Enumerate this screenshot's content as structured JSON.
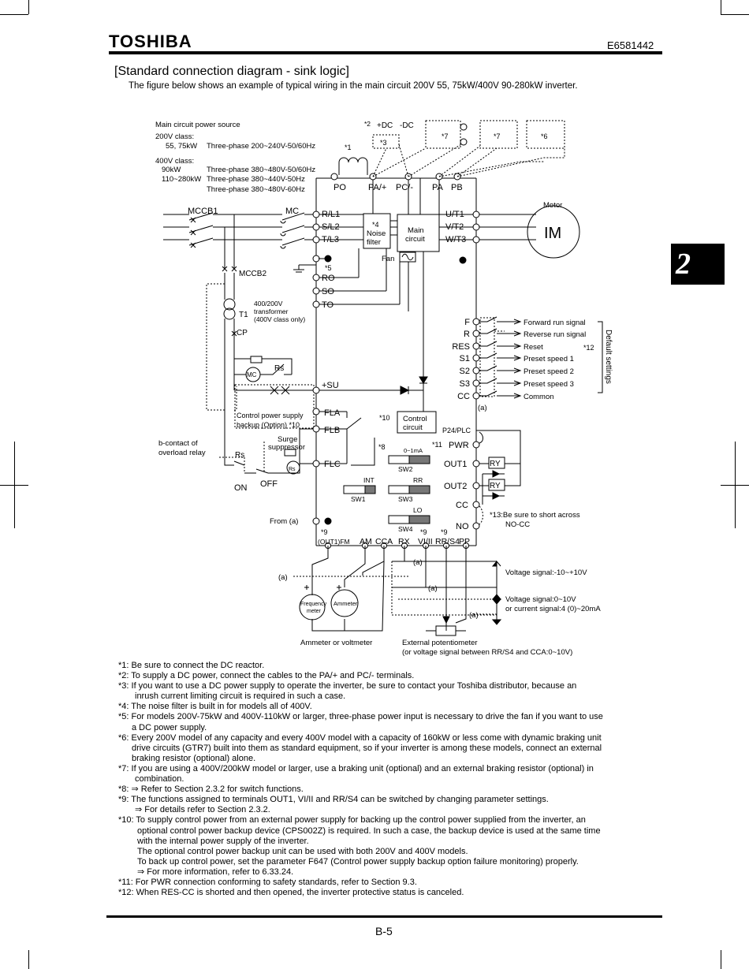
{
  "header": {
    "brand": "TOSHIBA",
    "doc_number": "E6581442"
  },
  "chapter_tab": "2",
  "section": {
    "title": "[Standard connection diagram - sink logic]",
    "intro": "The figure below shows an example of typical wiring in the main circuit 200V 55, 75kW/400V 90-280kW inverter."
  },
  "diagram": {
    "power_source": {
      "title": "Main circuit power source",
      "c200": "200V class:",
      "c200_models": "55, 75kW",
      "c200_spec": "Three-phase 200~240V-50/60Hz",
      "c400": "400V class:",
      "m90": "90kW",
      "m90_spec": "Three-phase 380~480V-50/60Hz",
      "m110": "110~280kW",
      "m110_spec_a": "Three-phase 380~440V-50Hz",
      "m110_spec_b": "Three-phase 380~480V-60Hz"
    },
    "terminals_top": {
      "po": "PO",
      "pa": "PA/+",
      "pc": "PC/-",
      "pa2": "PA",
      "pb": "PB"
    },
    "dc": {
      "note2": "*2",
      "pdc": "+DC",
      "mdc": "-DC",
      "note3": "*3",
      "note7a": "*7",
      "note7b": "*7",
      "note6": "*6",
      "note1": "*1"
    },
    "input": {
      "mccb1": "MCCB1",
      "mc": "MC",
      "rl1": "R/L1",
      "sl2": "S/L2",
      "tl3": "T/L3",
      "mccb2": "MCCB2"
    },
    "noise": {
      "note": "*4",
      "l1": "Noise",
      "l2": "filter"
    },
    "main": {
      "l1": "Main",
      "l2": "circuit",
      "fan": "Fan"
    },
    "output": {
      "ut1": "U/T1",
      "vt2": "V/T2",
      "wt3": "W/T3",
      "motor": "Motor",
      "im": "IM"
    },
    "misc": {
      "note5": "*5",
      "ro": "RO",
      "so": "SO",
      "to": "TO"
    },
    "transformer": {
      "name": "T1",
      "l1": "400/200V",
      "l2": "transformer",
      "l3": "(400V class only)",
      "cp": "CP"
    },
    "backup": {
      "mc": "MC",
      "rs": "Rs",
      "su": "+SU",
      "l1": "Control power supply",
      "l2": "backup (Option) *10"
    },
    "relay": {
      "fla": "FLA",
      "flb": "FLB",
      "flc": "FLC",
      "l1": "b-contact of",
      "l2": "overload relay",
      "rs": "Rs",
      "surge1": "Surge",
      "surge2": "suppressor",
      "rs2": "Rs",
      "on": "ON",
      "off": "OFF"
    },
    "control": {
      "note": "*10",
      "l1": "Control",
      "l2": "circuit"
    },
    "inputs_right": {
      "labels": [
        "F",
        "R",
        "RES",
        "S1",
        "S2",
        "S3",
        "CC"
      ],
      "functions": [
        "Forward run signal",
        "Reverse run signal",
        "Reset",
        "Preset speed 1",
        "Preset speed 2",
        "Preset speed 3",
        "Common"
      ],
      "note12": "*12",
      "default_settings": "Default settings",
      "a": "(a)"
    },
    "outputs_right": {
      "p24": "P24/PLC",
      "note11": "*11",
      "pwr": "PWR",
      "out1": "OUT1",
      "out2": "OUT2",
      "cc": "CC",
      "no": "NO",
      "ry": "RY",
      "note13a": "*13:Be sure to short across",
      "note13b": "NO-CC"
    },
    "switches": {
      "note8": "*8",
      "sw2_range": "0~1mA",
      "sw2": "SW2",
      "int": "INT",
      "sw1": "SW1",
      "rr": "RR",
      "sw3": "SW3",
      "lo": "LO",
      "sw4": "SW4"
    },
    "bottom_terminals": {
      "from_a": "From (a)",
      "note9a": "*9",
      "note9b": "*9",
      "note9c": "*9",
      "labels": [
        "(OUT1)FM",
        "AM",
        "CCA",
        "RX",
        "VI/II",
        "RR/S4",
        "PP"
      ]
    },
    "meters": {
      "a": "(a)",
      "freq1": "Frequency",
      "freq2": "meter",
      "amm": "Ammeter",
      "caption": "Ammeter or voltmeter"
    },
    "signals": {
      "v1": "Voltage signal:-10~+10V",
      "v2": "Voltage signal:0~10V",
      "v3": "or current signal:4 (0)~20mA",
      "a1": "(a)",
      "a2": "(a)",
      "a3": "(a)",
      "pot1": "External potentiometer",
      "pot2": "(or voltage signal between RR/S4 and CCA:0~10V)"
    }
  },
  "notes": [
    {
      "text": "*1: Be sure to connect the DC reactor.",
      "indent": 0
    },
    {
      "text": "*2: To supply a DC power, connect the cables to the PA/+ and PC/- terminals.",
      "indent": 0
    },
    {
      "text": "*3: If you want to use a DC power supply to operate the inverter, be sure to contact your Toshiba distributor, because an",
      "indent": 0
    },
    {
      "text": "inrush current limiting circuit is required in such a case.",
      "indent": 1
    },
    {
      "text": "*4: The noise filter is built in for models all of 400V.",
      "indent": 0
    },
    {
      "text": "*5: For models 200V-75kW and 400V-110kW or larger, three-phase power input is necessary to drive the fan if you want to use",
      "indent": 0
    },
    {
      "text": "a DC power supply.",
      "indent": 2
    },
    {
      "text": "*6: Every 200V model of any capacity and every 400V model with a capacity of 160kW or less come with dynamic braking unit",
      "indent": 0
    },
    {
      "text": "drive circuits (GTR7) built into them as standard equipment, so if your inverter is among these models, connect an external",
      "indent": 2
    },
    {
      "text": "braking resistor (optional) alone.",
      "indent": 2
    },
    {
      "text": "*7: If you are using a 400V/200kW model or larger, use a braking unit (optional) and an external braking resistor (optional) in",
      "indent": 0
    },
    {
      "text": "combination.",
      "indent": 1
    },
    {
      "text": "*8: ⇒ Refer to Section 2.3.2 for switch functions.",
      "indent": 0
    },
    {
      "text": "*9: The functions assigned to terminals OUT1, VI/II and RR/S4 can be switched by changing parameter settings.",
      "indent": 0
    },
    {
      "text": "⇒ For details refer to Section 2.3.2.",
      "indent": 1
    },
    {
      "text": "*10: To supply control power from an external power supply for backing up the control power supplied from the inverter, an",
      "indent": 0
    },
    {
      "text": "optional control power backup device (CPS002Z) is required. In such a case, the backup device is used at the same time",
      "indent": 3
    },
    {
      "text": "with the internal power supply of the inverter.",
      "indent": 3
    },
    {
      "text": "The optional control power backup unit can be used with both 200V and 400V models.",
      "indent": 3
    },
    {
      "text": "To back up control power, set the parameter F647 (Control power supply backup option failure monitoring) properly.",
      "indent": 3
    },
    {
      "text": "⇒ For more information, refer to 6.33.24.",
      "indent": 3
    },
    {
      "text": "*11: For PWR connection conforming to safety standards, refer to Section 9.3.",
      "indent": 0
    },
    {
      "text": "*12: When RES-CC is shorted and then opened, the inverter protective status is canceled.",
      "indent": 0
    }
  ],
  "footer": {
    "page": "B-5"
  }
}
